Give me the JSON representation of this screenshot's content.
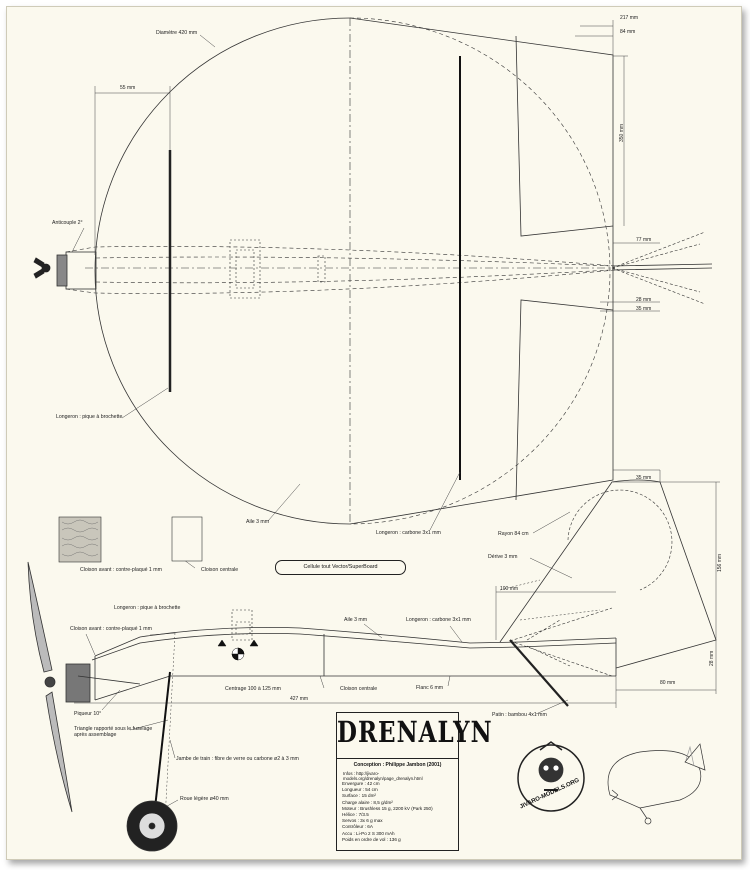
{
  "plane_name": "DRENALYN",
  "design_credit": "Conception : Philippe Jambon (2001)",
  "info_line": "Infos : http://jivaro-models.org/drenalyn/page_drenalyn.html",
  "specs": [
    "Envergure : 42 cm",
    "Longueur : 54 cm",
    "Surface : 15 dm²",
    "Charge alaire : 8,5 g/dm²",
    "Moteur : Brushless 15 g, 2200 kV (Park 250)",
    "Hélice : 7/3.5",
    "Servos : 3x 6 g max",
    "Contrôleur : 6A",
    "Accu : Li-Po 2 S 300 mAh",
    "Poids en ordre de vol : 136 g"
  ],
  "cell_note": "Cellule tout Vector/SuperBoard",
  "stamp": "JIVARO-MODELS.ORG",
  "labels": {
    "diameter": "Diamètre 420 mm",
    "anticouple": "Anticouple 2°",
    "spar_top": "Longeron : pique à brochette",
    "wing": "Aile 3 mm",
    "carbon_top": "Longeron : carbone 3x1 mm",
    "front_bulkhead": "Cloison avant : contre-plaqué 1 mm",
    "central_bulkhead": "Cloison centrale",
    "radius": "Rayon 84 cm",
    "fin": "Dérive 3 mm",
    "spar_side": "Longeron : pique à brochette",
    "front_bulkhead_side": "Cloison avant : contre-plaqué 1 mm",
    "wing_side": "Aile 3 mm",
    "carbon_side": "Longeron : carbone 3x1 mm",
    "cg": "Centrage 100 à 125 mm",
    "central_bulkhead_side": "Cloison centrale",
    "flank": "Flanc 6 mm",
    "downthrust": "Piqueur 10°",
    "triangle_1": "Triangle rapporté sous le fuselage",
    "triangle_2": "après assemblage",
    "gear": "Jambe de train : fibre de verre ou carbone ø2 à 3 mm",
    "wheel": "Roue légère ø40 mm",
    "skid": "Patin : bambou 4x1 mm"
  },
  "dimensions": {
    "d217": "217 mm",
    "d84": "84 mm",
    "d55": "55 mm",
    "d350": "350 mm",
    "d77": "77 mm",
    "d28": "28 mm",
    "d35": "35 mm",
    "d35b": "35 mm",
    "d156": "156 mm",
    "d100": "100 mm",
    "d28b": "28 mm",
    "d427": "427 mm",
    "d80": "80 mm"
  },
  "colors": {
    "paper": "#fbf9ee",
    "ink": "#222222"
  }
}
